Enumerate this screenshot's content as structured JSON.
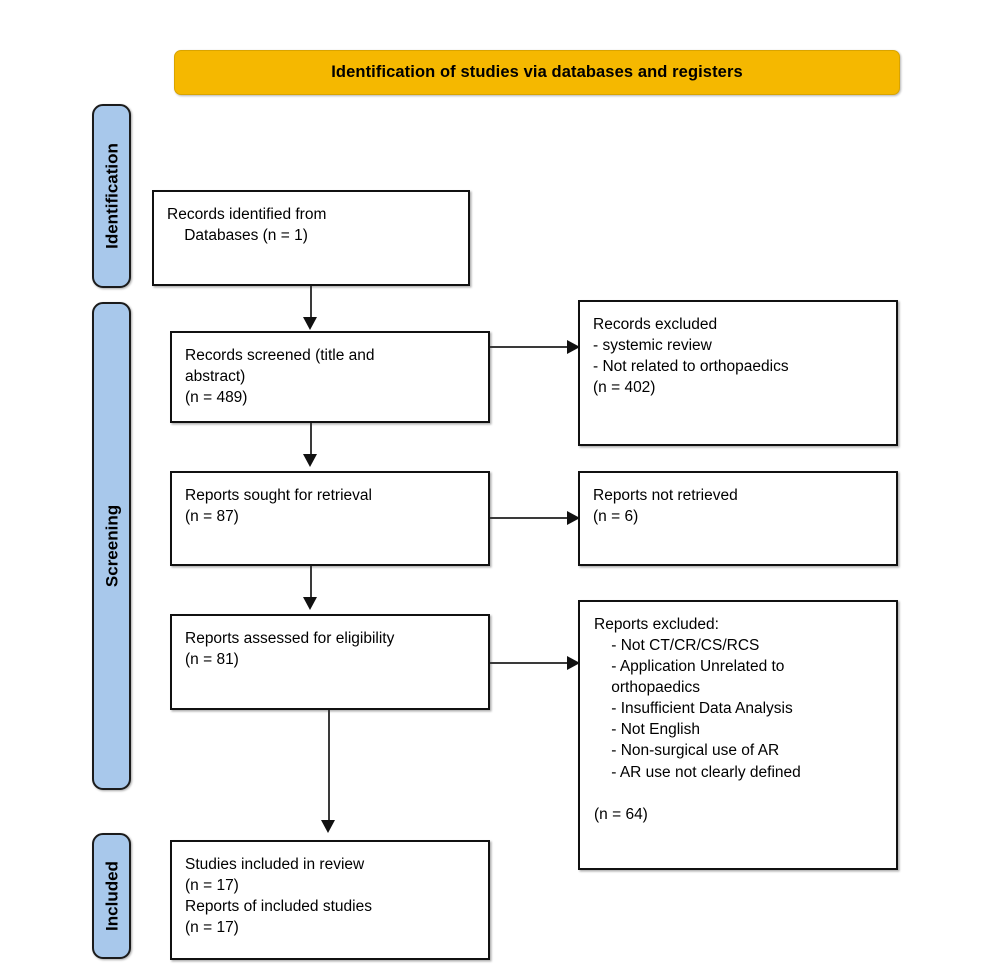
{
  "banner": {
    "title": "Identification of studies via databases and registers",
    "color": "#F5B800"
  },
  "stages": [
    {
      "id": "identification",
      "label": "Identification",
      "color": "#A8C8EB"
    },
    {
      "id": "screening",
      "label": "Screening",
      "color": "#A8C8EB"
    },
    {
      "id": "included",
      "label": "Included",
      "color": "#A8C8EB"
    }
  ],
  "nodes": {
    "records_identified": "Records identified from\n    Databases (n = 1)",
    "records_screened": "Records screened (title and\nabstract)\n(n = 489)",
    "records_excluded": "Records excluded\n- systemic review\n- Not related to orthopaedics\n(n = 402)",
    "reports_sought": "Reports sought for retrieval\n(n = 87)",
    "reports_not_retrieved": "Reports not retrieved\n(n = 6)",
    "reports_assessed": "Reports assessed for eligibility\n(n = 81)",
    "reports_excluded": "Reports excluded:\n    - Not CT/CR/CS/RCS\n    - Application Unrelated to\n    orthopaedics\n    - Insufficient Data Analysis\n    - Not English\n    - Non-surgical use of AR\n    - AR use not clearly defined\n\n(n = 64)",
    "studies_included": "Studies included in review\n(n = 17)\nReports of included studies\n(n = 17)"
  },
  "counts": {
    "databases_n": 1,
    "records_screened_n": 489,
    "records_excluded_n": 402,
    "reports_sought_n": 87,
    "reports_not_retrieved_n": 6,
    "reports_assessed_n": 81,
    "reports_excluded_n": 64,
    "studies_included_n": 17,
    "reports_of_included_studies_n": 17
  }
}
